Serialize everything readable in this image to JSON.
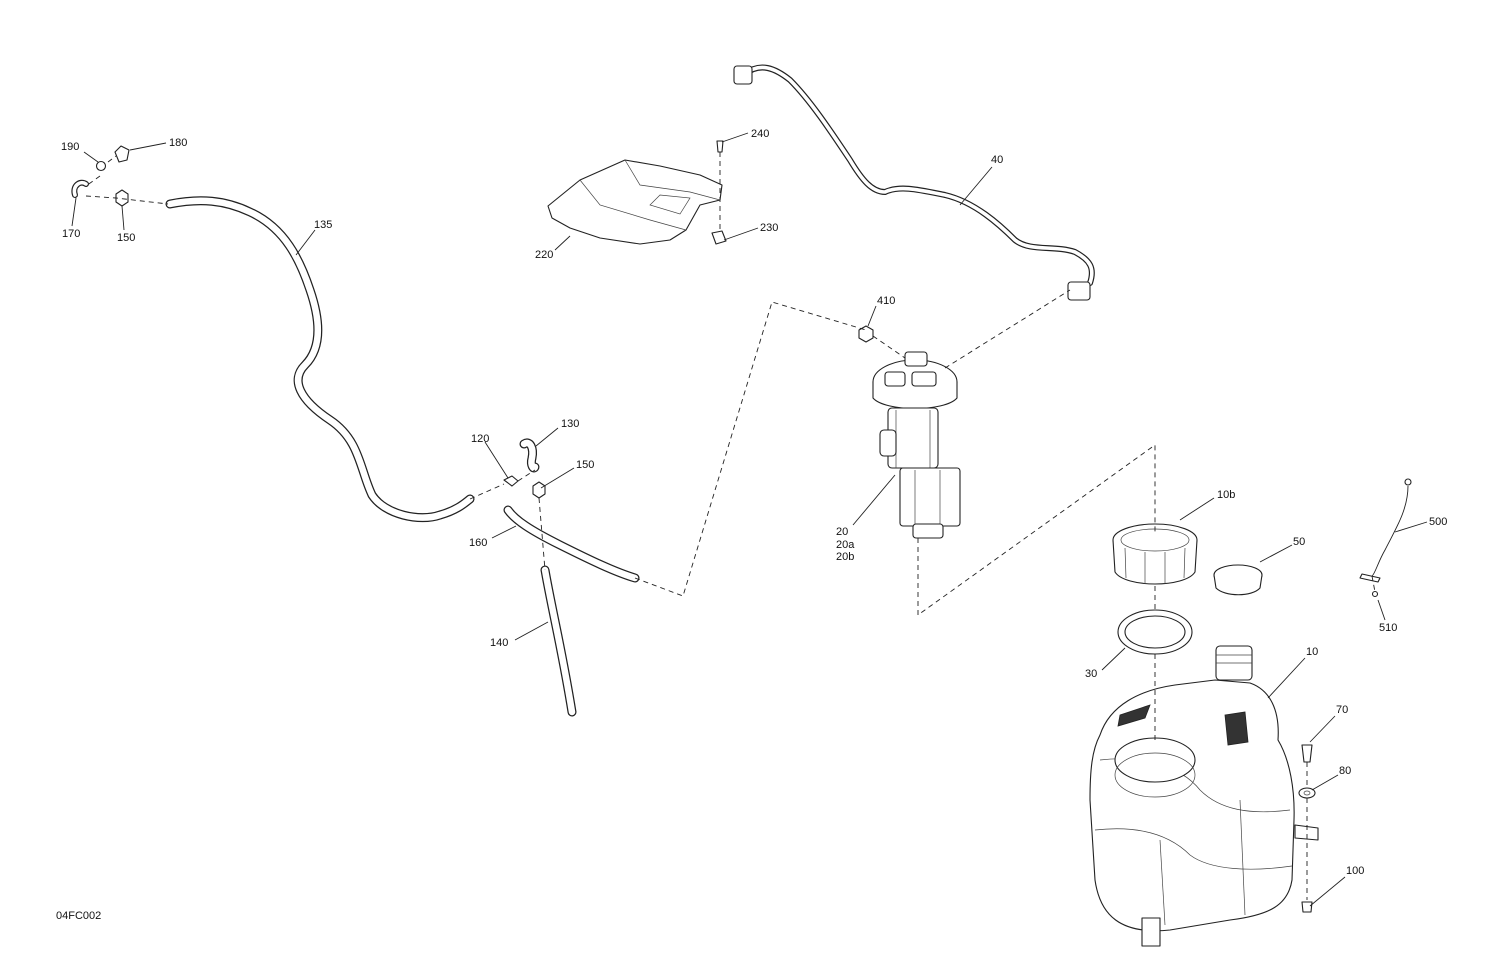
{
  "drawing_code": "04FC002",
  "callouts": {
    "c10": "10",
    "c10b": "10b",
    "c20": "20",
    "c20a": "20a",
    "c20b": "20b",
    "c30": "30",
    "c40": "40",
    "c50": "50",
    "c70": "70",
    "c80": "80",
    "c100": "100",
    "c120": "120",
    "c130": "130",
    "c135": "135",
    "c140": "140",
    "c150a": "150",
    "c150b": "150",
    "c160": "160",
    "c170": "170",
    "c180": "180",
    "c190": "190",
    "c220": "220",
    "c230": "230",
    "c240": "240",
    "c410": "410",
    "c500": "500",
    "c510": "510"
  }
}
